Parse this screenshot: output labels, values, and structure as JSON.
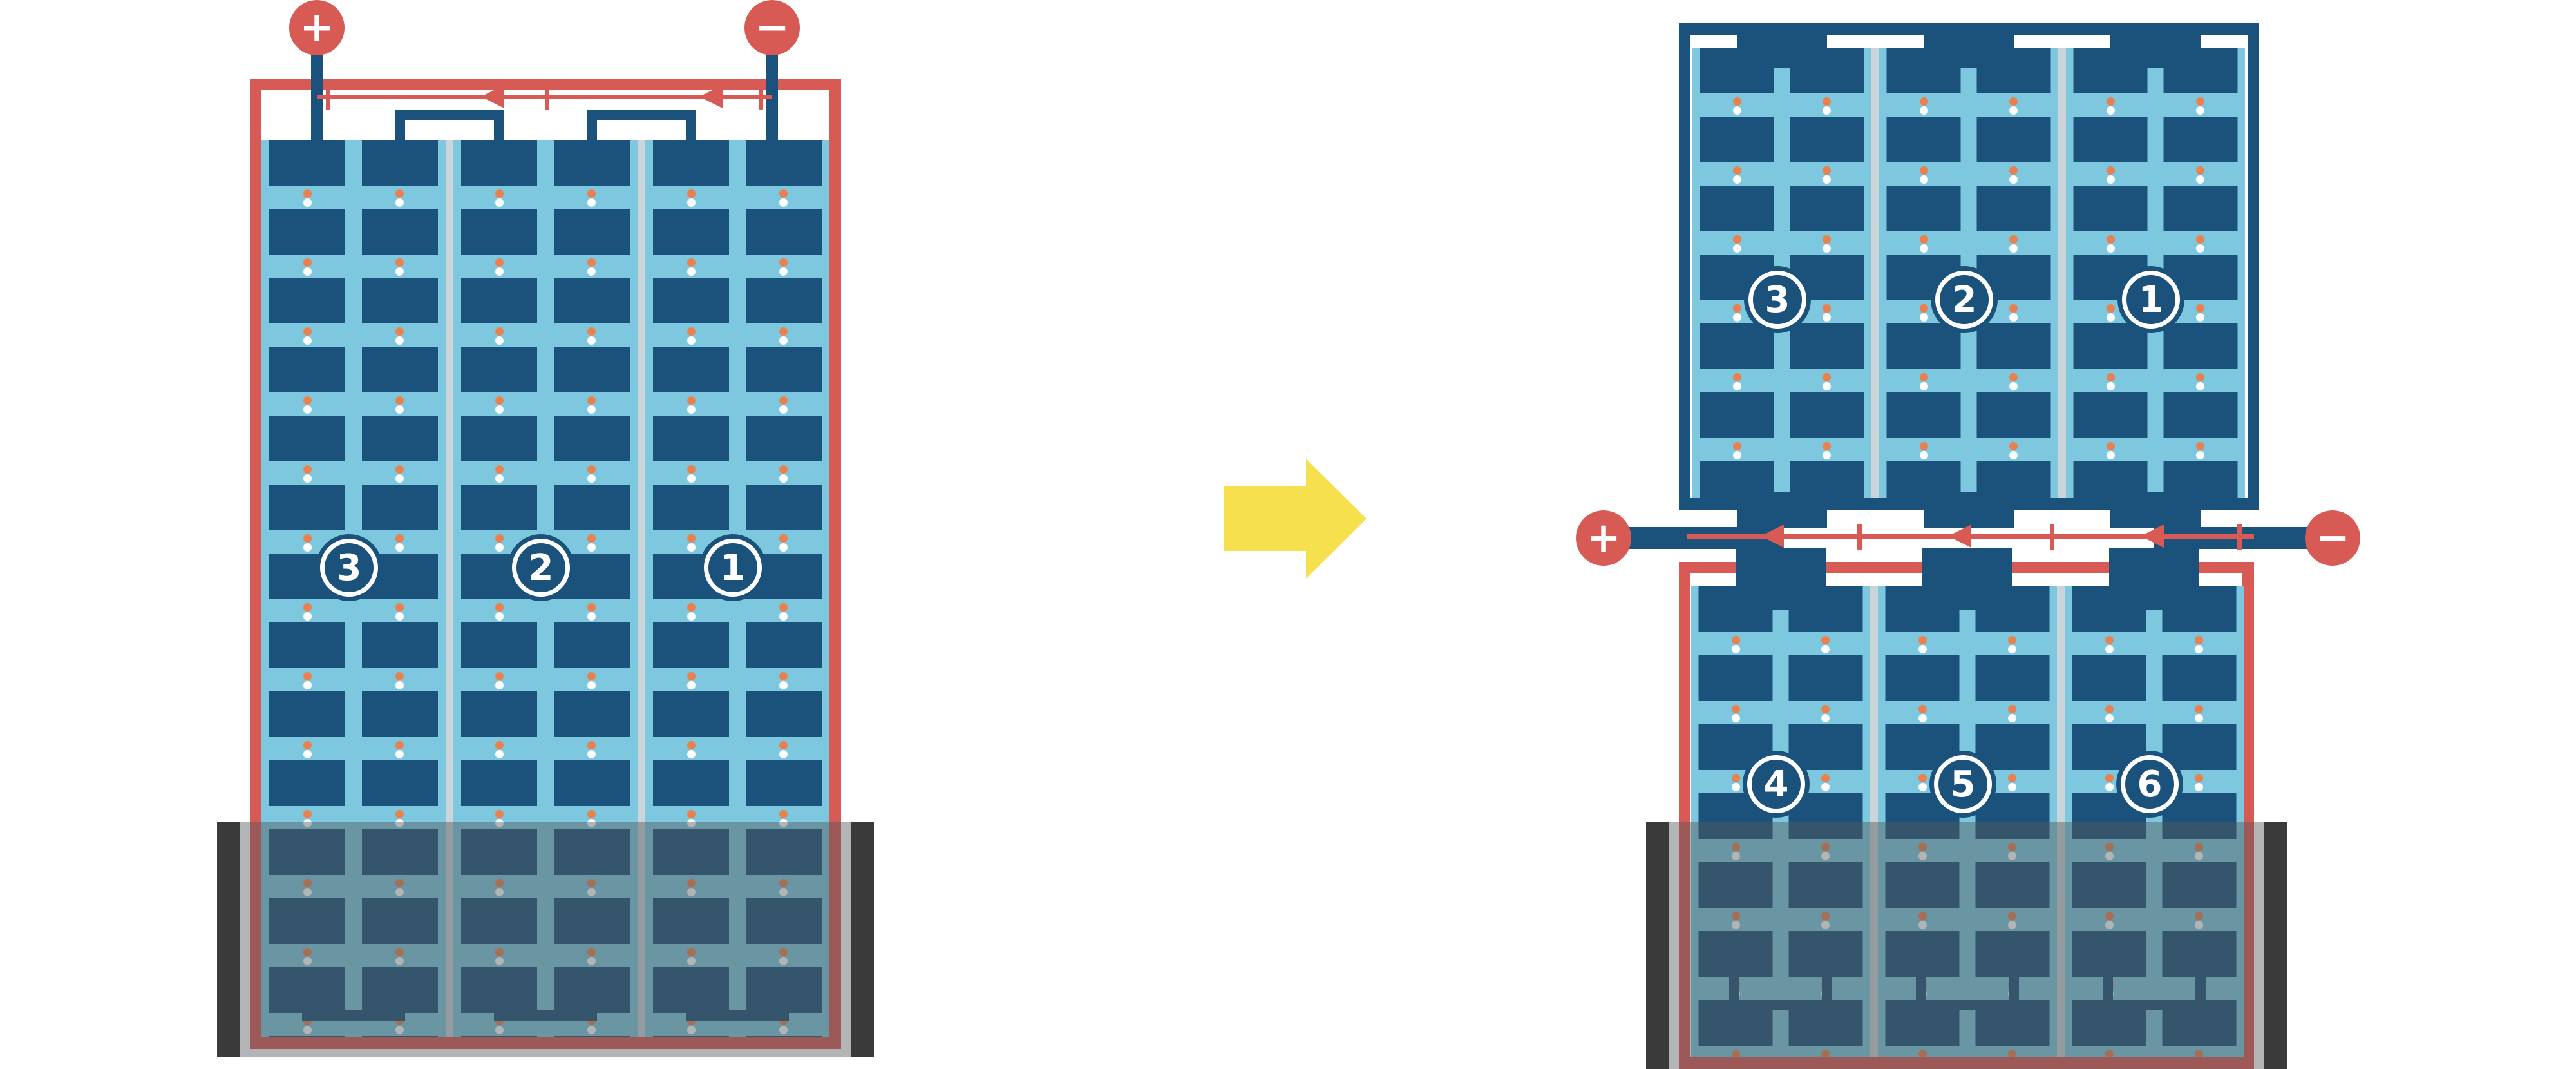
{
  "colors": {
    "red": "#D85A54",
    "navy": "#1A527B",
    "sky": "#7DC7DF",
    "yellow": "#F6E04E",
    "bar": "#3A3A3A",
    "dot_orange": "#E9804E",
    "separator": "#CBD4D9",
    "shade": "rgba(84,88,92,0.45)"
  },
  "before": {
    "terminal_plus": "+",
    "terminal_minus": "−",
    "modules": [
      {
        "label": "3"
      },
      {
        "label": "2"
      },
      {
        "label": "1"
      }
    ]
  },
  "after": {
    "terminal_plus": "+",
    "terminal_minus": "−",
    "top_string": {
      "modules": [
        {
          "label": "3"
        },
        {
          "label": "2"
        },
        {
          "label": "1"
        }
      ]
    },
    "bottom_string": {
      "modules": [
        {
          "label": "4"
        },
        {
          "label": "5"
        },
        {
          "label": "6"
        }
      ]
    }
  }
}
